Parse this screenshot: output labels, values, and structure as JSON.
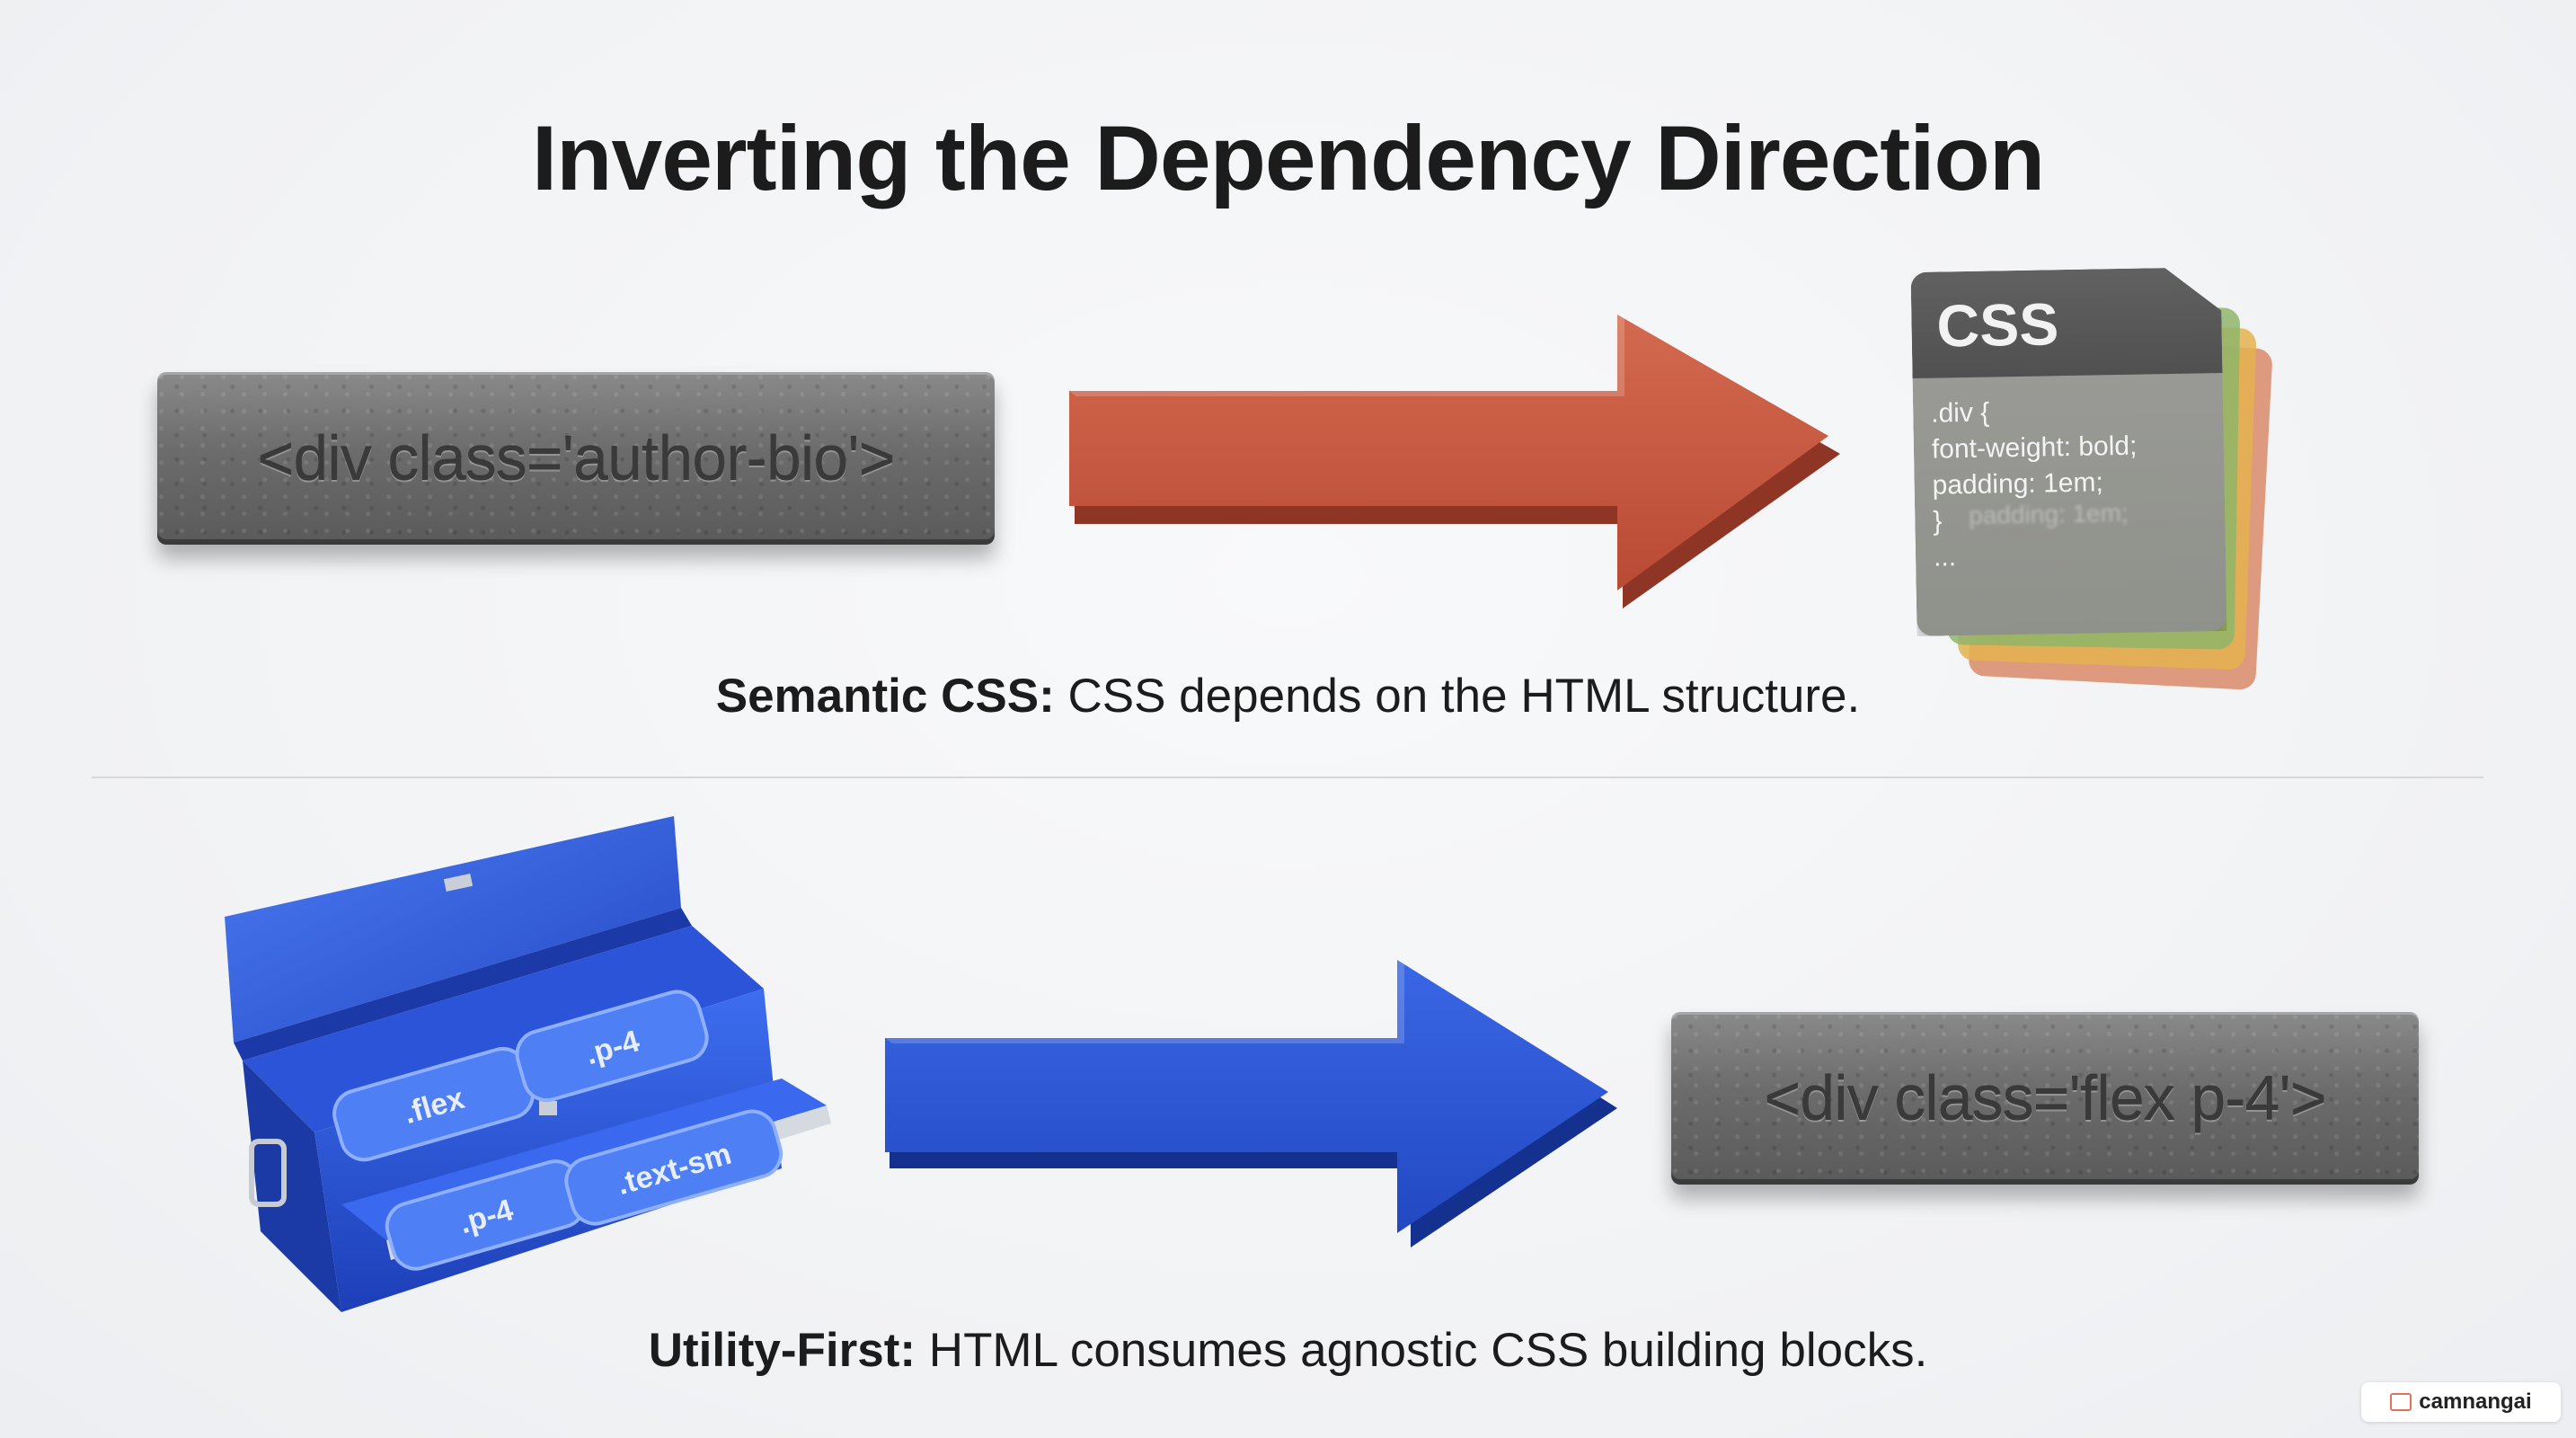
{
  "title": "Inverting the Dependency Direction",
  "top": {
    "html_block_text": "<div class='author-bio'>",
    "caption_strong": "Semantic CSS:",
    "caption_text": " CSS depends on the HTML structure.",
    "arrow_color": "#c95a42",
    "css_doc": {
      "header": "CSS",
      "code": ".div {\nfont-weight: bold;\npadding: 1em;\n}\n...",
      "blurred": "padding: 1em;"
    }
  },
  "bottom": {
    "toolbox_labels": [
      ".flex",
      ".p-4",
      ".p-4",
      ".text-sm"
    ],
    "html_block_text": "<div class='flex p-4'>",
    "caption_strong": "Utility-First:",
    "caption_text": " HTML consumes agnostic CSS building blocks.",
    "arrow_color": "#2f5bd3"
  },
  "badge": {
    "text": "camnangai",
    "icon": "book-icon"
  }
}
